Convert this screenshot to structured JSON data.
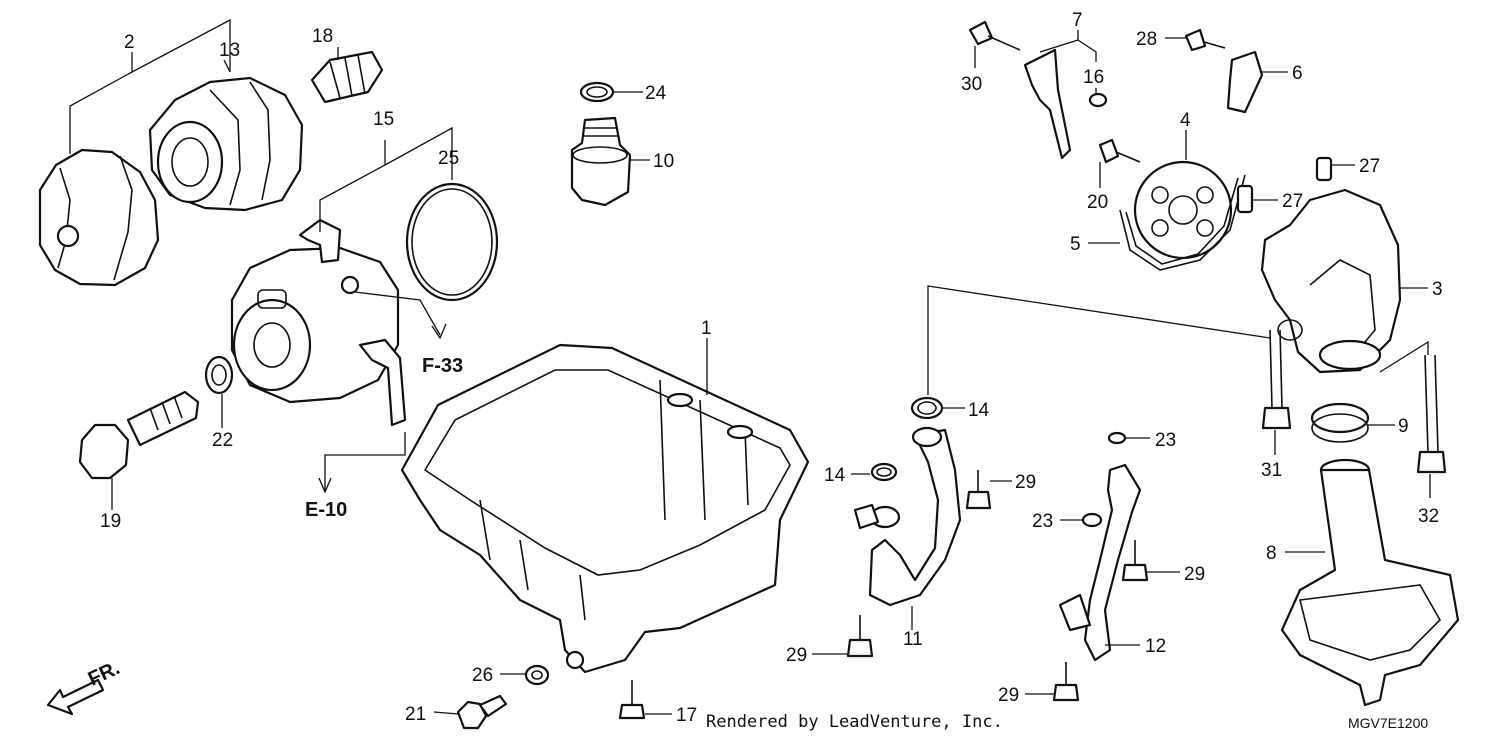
{
  "diagram": {
    "callouts": {
      "p1": "1",
      "p2": "2",
      "p3": "3",
      "p4": "4",
      "p5": "5",
      "p6": "6",
      "p7": "7",
      "p8": "8",
      "p9": "9",
      "p10": "10",
      "p11": "11",
      "p12": "12",
      "p13": "13",
      "p14a": "14",
      "p14b": "14",
      "p15": "15",
      "p16": "16",
      "p17": "17",
      "p18": "18",
      "p19": "19",
      "p20": "20",
      "p21": "21",
      "p22": "22",
      "p23a": "23",
      "p23b": "23",
      "p24": "24",
      "p25": "25",
      "p26": "26",
      "p27a": "27",
      "p27b": "27",
      "p28": "28",
      "p29a": "29",
      "p29b": "29",
      "p29c": "29",
      "p29d": "29",
      "p30": "30",
      "p31": "31",
      "p32": "32"
    },
    "refs": {
      "f33": "F-33",
      "e10": "E-10",
      "front": "FR."
    }
  },
  "footer": {
    "credit": "Rendered by LeadVenture, Inc.",
    "code": "MGV7E1200"
  }
}
